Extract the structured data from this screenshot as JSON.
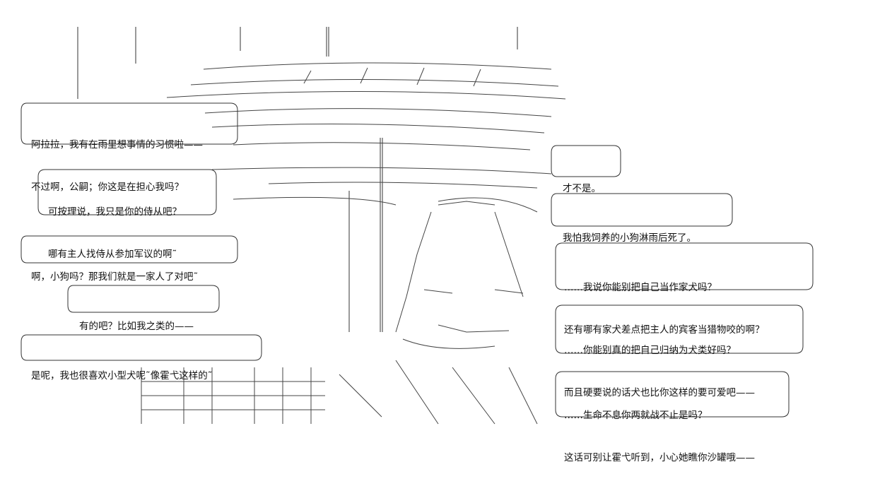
{
  "dialogues": [
    {
      "lines": [
        "阿拉拉，我有在雨里想事情的习惯啦——",
        "不过啊，公嗣；你这是在担心我吗？"
      ]
    },
    {
      "lines": [
        "可按理说，我只是你的侍从吧？",
        "哪有主人找侍从参加军议的啊˜"
      ]
    },
    {
      "lines": [
        "啊，小狗吗？那我们就是一家人了对吧˜"
      ]
    },
    {
      "lines": [
        "有的吧？比如我之类的——"
      ]
    },
    {
      "lines": [
        "是呢，我也很喜欢小型犬呢˜像霍弋这样的˜"
      ]
    },
    {
      "lines": [
        "才不是。"
      ]
    },
    {
      "lines": [
        "我怕我饲养的小狗淋雨后死了。"
      ]
    },
    {
      "lines": [
        "……我说你能别把自己当作家犬吗？",
        "还有哪有家犬差点把主人的宾客当猎物咬的啊？"
      ]
    },
    {
      "lines": [
        "……你能别真的把自己归纳为犬类好吗？",
        "而且硬要说的话犬也比你这样的要可爱吧——"
      ]
    },
    {
      "lines": [
        "……生命不息你两就战不止是吗？",
        "这话可别让霍弋听到，小心她瞧你沙罐哦——"
      ]
    }
  ]
}
